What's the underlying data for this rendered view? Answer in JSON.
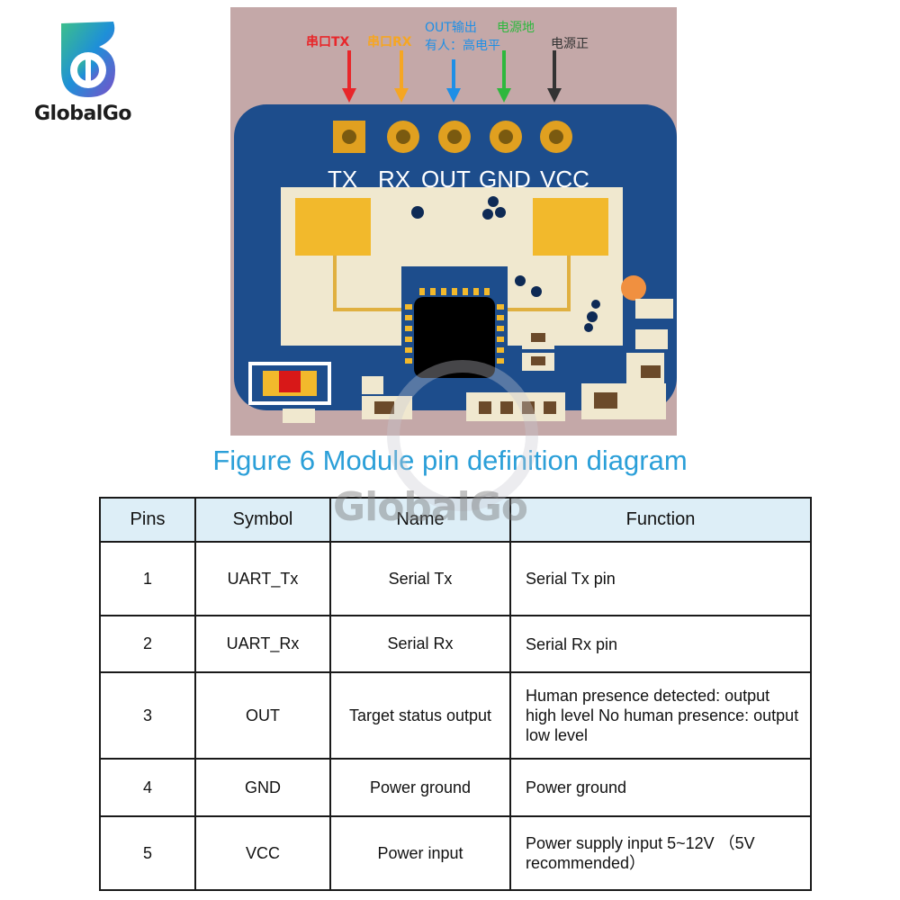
{
  "brand": {
    "name": "GlobalGo"
  },
  "board": {
    "annotations": [
      {
        "text": "串口TX",
        "color": "#e8262a"
      },
      {
        "text": "串口RX",
        "color": "#f5a623"
      },
      {
        "text": "OUT输出",
        "color": "#1e8fe6"
      },
      {
        "text": "有人：高电平",
        "color": "#1e8fe6"
      },
      {
        "text": "电源地",
        "color": "#2db83d"
      },
      {
        "text": "电源正",
        "color": "#333333"
      }
    ],
    "pins": [
      "TX",
      "RX",
      "OUT",
      "GND",
      "VCC"
    ]
  },
  "caption": "Figure 6 Module pin definition diagram",
  "table": {
    "headers": [
      "Pins",
      "Symbol",
      "Name",
      "Function"
    ],
    "rows": [
      {
        "pin": "1",
        "symbol": "UART_Tx",
        "name": "Serial Tx",
        "function": "Serial Tx pin"
      },
      {
        "pin": "2",
        "symbol": "UART_Rx",
        "name": "Serial Rx",
        "function": "Serial Rx pin"
      },
      {
        "pin": "3",
        "symbol": "OUT",
        "name": "Target status output",
        "function": "Human presence detected: output high level No human presence: output low level"
      },
      {
        "pin": "4",
        "symbol": "GND",
        "name": "Power ground",
        "function": "Power ground"
      },
      {
        "pin": "5",
        "symbol": "VCC",
        "name": "Power input",
        "function": "Power supply input 5~12V （5V recommended）"
      }
    ]
  },
  "watermark": "GlobalGo"
}
